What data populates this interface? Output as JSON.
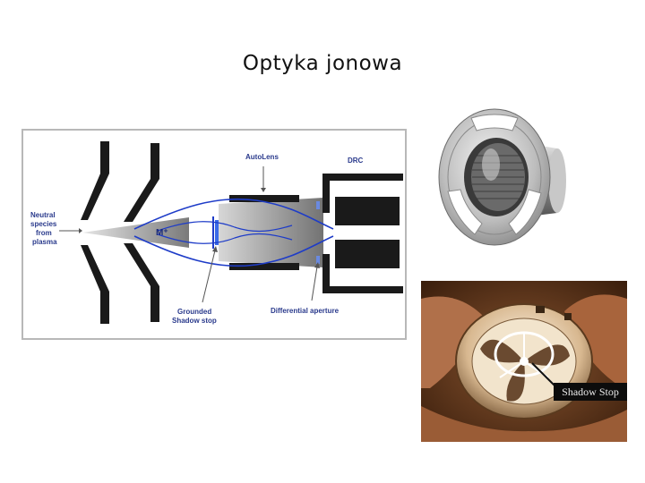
{
  "slide": {
    "title": "Optyka jonowa"
  },
  "diagram": {
    "labels": {
      "neutral": [
        "Neutral",
        "species",
        "from",
        "plasma"
      ],
      "autolens": "AutoLens",
      "drc": "DRC",
      "ion": "M⁺",
      "grounded": [
        "Grounded",
        "Shadow stop"
      ],
      "differential": "Differential aperture"
    },
    "colors": {
      "beam": "#1e3cc8",
      "labels": "#2a3a8c",
      "metal": "#1a1a1a",
      "cone": "#8a8a8a"
    }
  },
  "photo_stop": {
    "caption": "Shadow Stop"
  }
}
